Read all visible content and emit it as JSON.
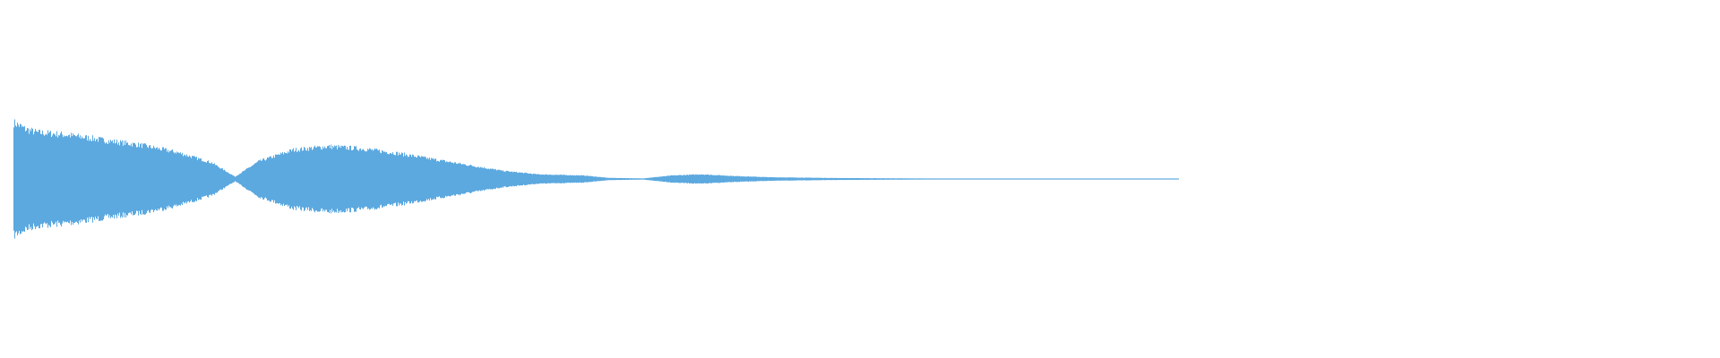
{
  "waveform": {
    "color": "#5ca9e0",
    "amplitude_envelope": [
      {
        "t": 0.0,
        "a": 0.97
      },
      {
        "t": 0.004,
        "a": 0.93
      },
      {
        "t": 0.01,
        "a": 0.86
      },
      {
        "t": 0.02,
        "a": 0.8
      },
      {
        "t": 0.04,
        "a": 0.77
      },
      {
        "t": 0.06,
        "a": 0.72
      },
      {
        "t": 0.08,
        "a": 0.66
      },
      {
        "t": 0.11,
        "a": 0.58
      },
      {
        "t": 0.14,
        "a": 0.46
      },
      {
        "t": 0.17,
        "a": 0.28
      },
      {
        "t": 0.19,
        "a": 0.04
      },
      {
        "t": 0.21,
        "a": 0.3
      },
      {
        "t": 0.24,
        "a": 0.5
      },
      {
        "t": 0.27,
        "a": 0.56
      },
      {
        "t": 0.3,
        "a": 0.52
      },
      {
        "t": 0.33,
        "a": 0.44
      },
      {
        "t": 0.36,
        "a": 0.34
      },
      {
        "t": 0.39,
        "a": 0.24
      },
      {
        "t": 0.42,
        "a": 0.14
      },
      {
        "t": 0.45,
        "a": 0.08
      },
      {
        "t": 0.47,
        "a": 0.07
      },
      {
        "t": 0.49,
        "a": 0.06
      },
      {
        "t": 0.51,
        "a": 0.02
      },
      {
        "t": 0.54,
        "a": 0.01
      },
      {
        "t": 0.565,
        "a": 0.06
      },
      {
        "t": 0.59,
        "a": 0.08
      },
      {
        "t": 0.62,
        "a": 0.05
      },
      {
        "t": 0.65,
        "a": 0.03
      },
      {
        "t": 0.7,
        "a": 0.018
      },
      {
        "t": 0.75,
        "a": 0.012
      },
      {
        "t": 0.8,
        "a": 0.008
      },
      {
        "t": 0.85,
        "a": 0.006
      },
      {
        "t": 0.9,
        "a": 0.004
      },
      {
        "t": 0.95,
        "a": 0.003
      },
      {
        "t": 1.0,
        "a": 0.002
      }
    ]
  }
}
